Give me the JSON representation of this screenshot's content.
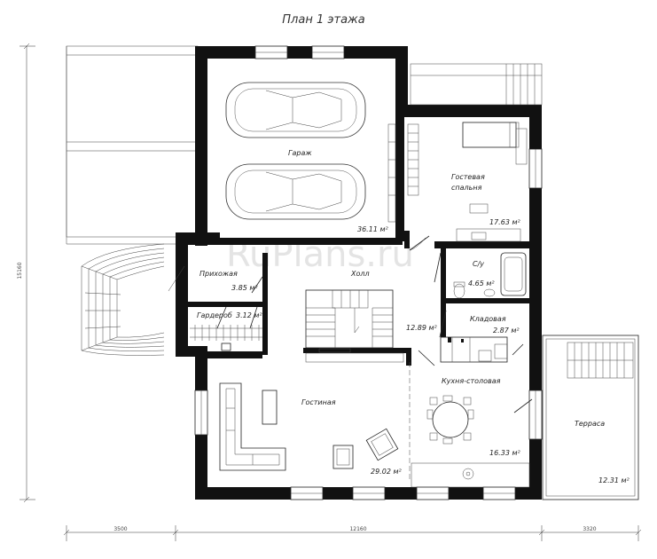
{
  "title": "План 1 этажа",
  "watermark": "RuPlans.ru",
  "rooms": [
    {
      "id": "garage",
      "name": "Гараж",
      "area": "36.11 м²"
    },
    {
      "id": "guest-bedroom",
      "name": "Гостевая\nспальня",
      "area": "17.63 м²"
    },
    {
      "id": "hallway",
      "name": "Прихожая",
      "area": "3.85 м²"
    },
    {
      "id": "hall",
      "name": "Холл",
      "area": "12.89 м²"
    },
    {
      "id": "bathroom",
      "name": "С/у",
      "area": "4.65 м²"
    },
    {
      "id": "wardrobe",
      "name": "Гардероб",
      "area": "3.12 м²"
    },
    {
      "id": "pantry",
      "name": "Кладовая",
      "area": "2.87 м²"
    },
    {
      "id": "kitchen-dining",
      "name": "Кухня-столовая",
      "area": "16.33 м²"
    },
    {
      "id": "living-room",
      "name": "Гостиная",
      "area": "29.02 м²"
    },
    {
      "id": "terrace",
      "name": "Терраса",
      "area": "12.31 м²"
    }
  ],
  "dimensions": {
    "bottom": [
      "3500",
      "12160",
      "3320"
    ],
    "left": "15160"
  }
}
